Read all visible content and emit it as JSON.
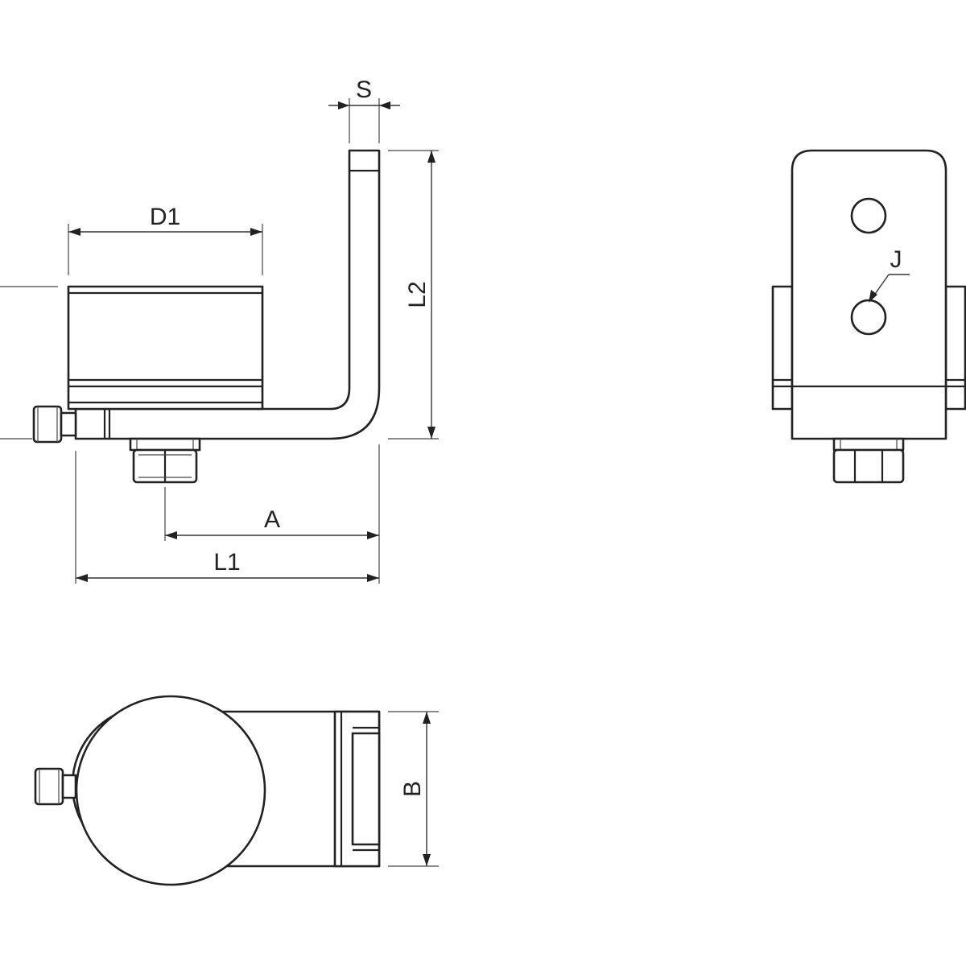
{
  "labels": {
    "s": "S",
    "d1": "D1",
    "l2": "L2",
    "a": "A",
    "l1": "L1",
    "b": "B",
    "j": "J"
  },
  "colors": {
    "line": "#222222",
    "background": "#ffffff"
  }
}
